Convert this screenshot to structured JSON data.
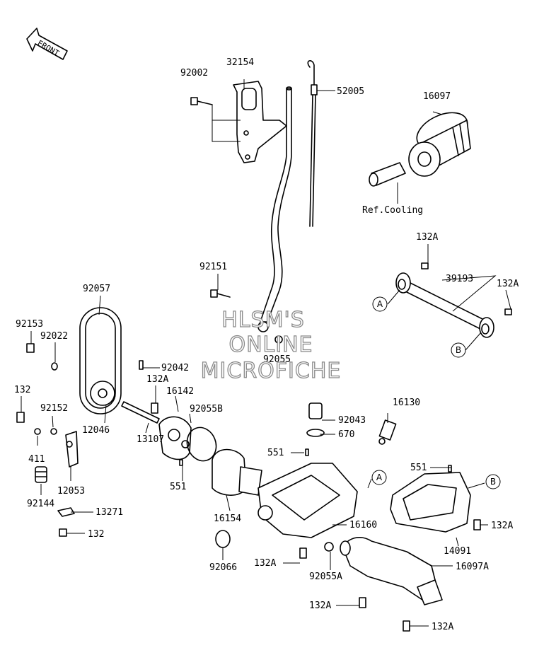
{
  "front_arrow": "FRONT",
  "watermark": [
    "HLSM'S",
    "ONLINE",
    "MICROFICHE"
  ],
  "parts": {
    "p92002": "92002",
    "p32154": "32154",
    "p52005": "52005",
    "p16097": "16097",
    "ref_cooling": "Ref.Cooling",
    "p132A_1": "132A",
    "p39193": "39193",
    "p132A_2": "132A",
    "p92151": "92151",
    "p92055": "92055",
    "p92057": "92057",
    "p92153": "92153",
    "p92022": "92022",
    "p92042": "92042",
    "p132A_3": "132A",
    "p16142": "16142",
    "p132_1": "132",
    "p92152": "92152",
    "p12046": "12046",
    "p13107": "13107",
    "p92055B": "92055B",
    "p411": "411",
    "p551_1": "551",
    "p12053": "12053",
    "p92144": "92144",
    "p13271": "13271",
    "p132_2": "132",
    "p92043": "92043",
    "p16130": "16130",
    "p670": "670",
    "p551_2": "551",
    "p551_3": "551",
    "p16154": "16154",
    "p16160": "16160",
    "p132A_4": "132A",
    "p14091": "14091",
    "p92066": "92066",
    "p132A_5": "132A",
    "p92055A": "92055A",
    "p16097A": "16097A",
    "p132A_6": "132A",
    "p132A_7": "132A"
  },
  "circle_refs": {
    "a1": "A",
    "b1": "B",
    "a2": "A",
    "b2": "B"
  }
}
